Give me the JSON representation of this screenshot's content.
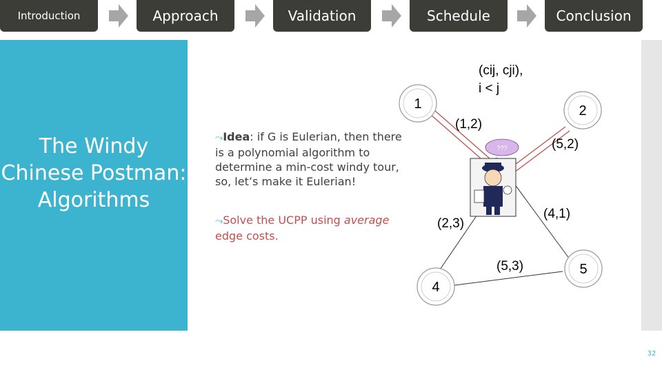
{
  "nav": {
    "items": [
      {
        "label": "Introduction"
      },
      {
        "label": "Approach"
      },
      {
        "label": "Validation"
      },
      {
        "label": "Schedule"
      },
      {
        "label": "Conclusion"
      }
    ]
  },
  "slide": {
    "title": "The Windy Chinese Postman: Algorithms",
    "bullets": {
      "b1": {
        "bold": "Idea",
        "text": ": if G is Eulerian, then there is a polynomial algorithm to determine a min-cost windy tour, so, let’s make it Eulerian!"
      },
      "b2": {
        "text1": "Solve the UCPP using ",
        "italic": "average",
        "text2": " edge costs."
      }
    },
    "page_number": "32"
  },
  "graph": {
    "header_line1": "(cij, cji),",
    "header_line2": "i < j",
    "nodes": [
      "1",
      "2",
      "4",
      "5"
    ],
    "edge_labels": [
      "(1,2)",
      "(5,2)",
      "(2,3)",
      "(4,1)",
      "(5,3)"
    ],
    "thought_bubble": "???"
  },
  "colors": {
    "accent": "#3cb4cf",
    "nav_bg": "#3d3d38",
    "highlight_text": "#c0504d",
    "edge_red": "#c0504d"
  }
}
